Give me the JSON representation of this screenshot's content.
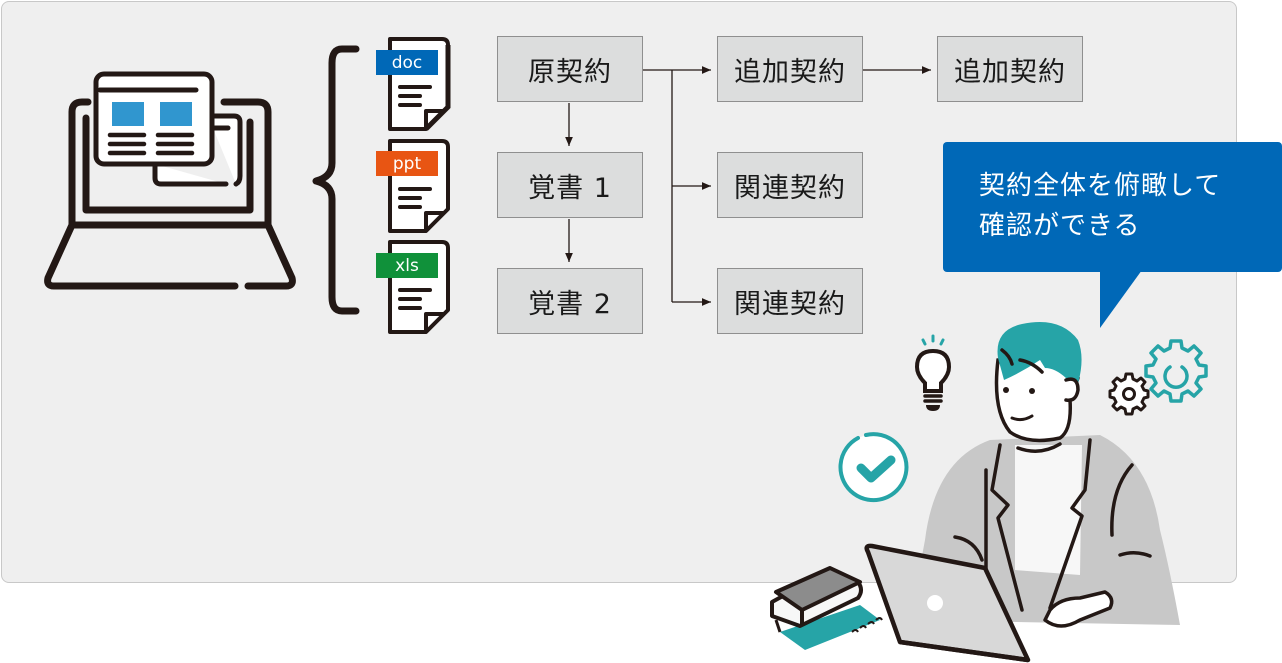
{
  "file_types": [
    {
      "label": "doc",
      "color": "#0068b7"
    },
    {
      "label": "ppt",
      "color": "#e85513"
    },
    {
      "label": "xls",
      "color": "#10913a"
    }
  ],
  "flow": {
    "original": "原契約",
    "memos": [
      "覚書 1",
      "覚書 2"
    ],
    "additional": [
      "追加契約",
      "追加契約"
    ],
    "related": [
      "関連契約",
      "関連契約"
    ]
  },
  "callout": {
    "line1": "契約全体を俯瞰して",
    "line2": "確認ができる",
    "color": "#0068b7"
  },
  "colors": {
    "accent_teal": "#26a4a7",
    "panel_bg": "#efefef",
    "box_bg": "#dcdddd",
    "screen_blue": "#3096cf"
  },
  "icons": [
    "laptop-documents-icon",
    "brace-icon",
    "lightbulb-icon",
    "checkmark-circle-icon",
    "gear-icon",
    "person-with-laptop-illustration",
    "books-icon"
  ]
}
